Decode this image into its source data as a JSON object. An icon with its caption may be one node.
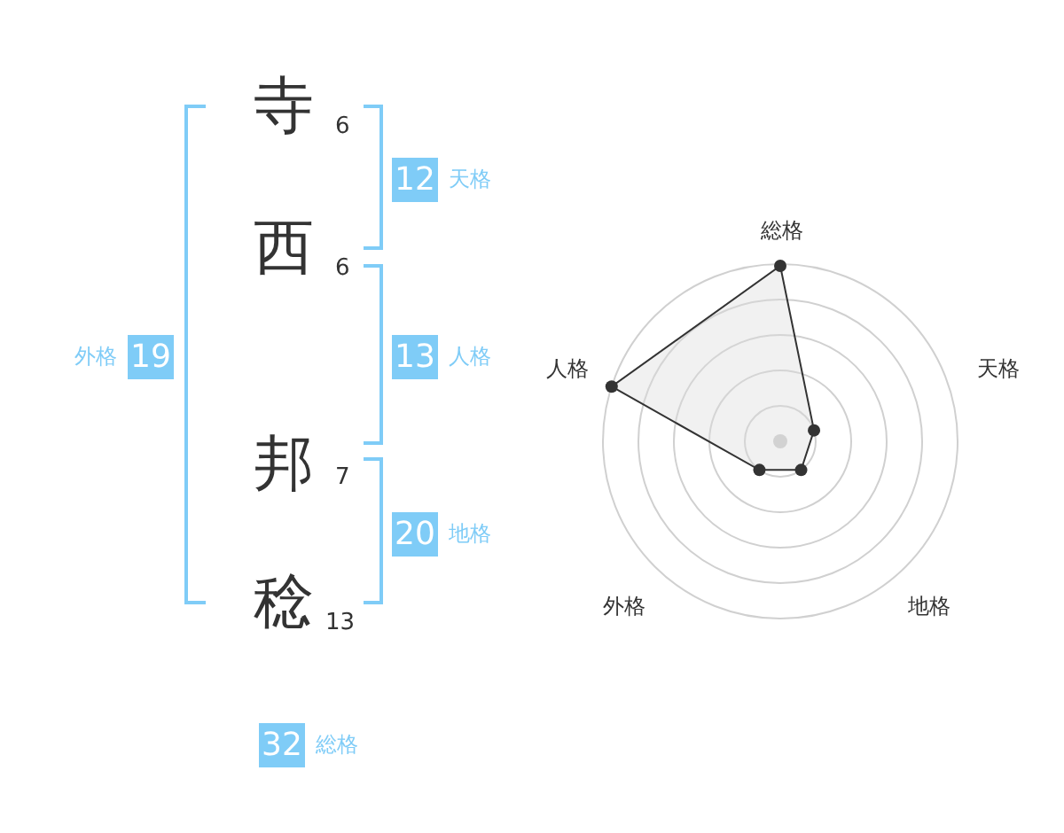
{
  "diagram": {
    "nodes": [
      {
        "text": [
          "12"
        ],
        "beside": [
          "天格"
        ]
      },
      {
        "text": [
          "19"
        ],
        "beside": [
          "外格"
        ]
      },
      {
        "text": [
          "13"
        ],
        "beside": [
          "人格"
        ]
      },
      {
        "text": [
          "20"
        ],
        "beside": [
          "地格"
        ]
      },
      {
        "text": [
          "32"
        ],
        "beside": [
          "総格"
        ]
      }
    ],
    "edges": [],
    "labels": [
      "寺",
      "6",
      "西",
      "6",
      "邦",
      "7",
      "稔",
      "13",
      "総格",
      "人格",
      "天格",
      "外格",
      "地格"
    ]
  }
}
